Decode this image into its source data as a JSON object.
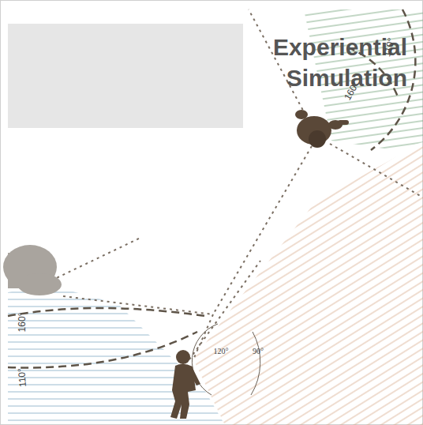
{
  "diagram": {
    "title": "Experiential Simulation",
    "labels": [
      "110°",
      "160°",
      "160°",
      "110°",
      "120°",
      "90°"
    ]
  }
}
